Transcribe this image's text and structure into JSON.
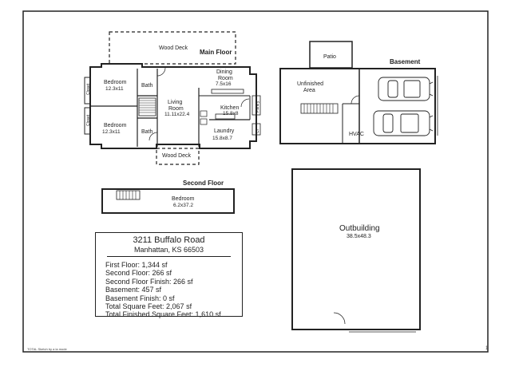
{
  "floor_labels": {
    "main_floor": "Main Floor",
    "basement": "Basement",
    "second_floor": "Second Floor"
  },
  "rooms": {
    "wood_deck_top": "Wood Deck",
    "wood_deck_bottom": "Wood Deck",
    "bedroom1_name": "Bedroom",
    "bedroom1_size": "12.3x11",
    "bedroom2_name": "Bedroom",
    "bedroom2_size": "12.3x11",
    "bath1": "Bath",
    "bath2": "Bath",
    "closet1": "Closet",
    "closet2": "Closet",
    "living_name": "Living",
    "living_name2": "Room",
    "living_size": "11.11x22.4",
    "dining_name": "Dining",
    "dining_name2": "Room",
    "dining_size": "7.5x16",
    "kitchen_name": "Kitchen",
    "kitchen_size": "15.8x8",
    "laundry_name": "Laundry",
    "laundry_size": "15.8x8.7",
    "pantry": "Pantry",
    "cl": "Cl",
    "patio": "Patio",
    "unfinished_name": "Unfinished",
    "unfinished_name2": "Area",
    "hvac": "HVAC",
    "second_bedroom_name": "Bedroom",
    "second_bedroom_size": "6.2x37.2",
    "outbuilding_name": "Outbuilding",
    "outbuilding_size": "38.5x48.3"
  },
  "info": {
    "address": "3211 Buffalo Road",
    "city": "Manhattan, KS 66503",
    "lines": [
      "First Floor: 1,344 sf",
      "Second Floor: 266 sf",
      "Second Floor Finish: 266 sf",
      "Basement: 457 sf",
      "Basement Finish: 0 sf",
      "Total Square Feet: 2,067 sf",
      "Total Finished Square Feet: 1,610 sf"
    ]
  },
  "footnote": "TOTAL Sketch by a la mode",
  "page_number": "1"
}
